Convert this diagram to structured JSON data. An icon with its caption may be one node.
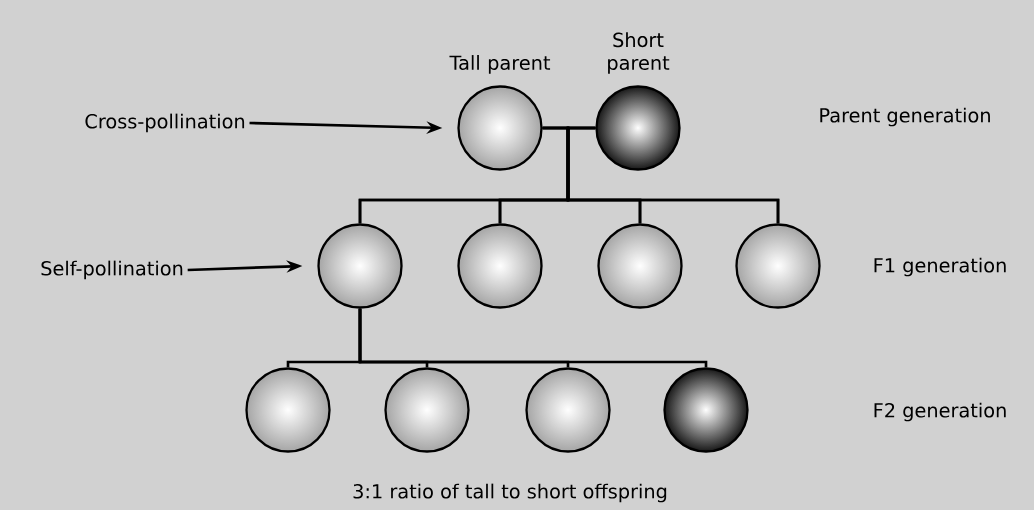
{
  "diagram": {
    "nodes": [
      {
        "text": [
          "Cross-pollination"
        ]
      },
      {
        "text": [
          "Tall parent"
        ]
      },
      {
        "text": [
          "Short parent"
        ]
      },
      {
        "text": [
          "Self-pollination"
        ]
      },
      {
        "text": [],
        "shape": "circle"
      },
      {
        "text": [],
        "shape": "circle"
      },
      {
        "text": [],
        "shape": "circle"
      },
      {
        "text": [],
        "shape": "circle"
      },
      {
        "text": [],
        "shape": "circle"
      },
      {
        "text": [],
        "shape": "circle"
      },
      {
        "text": [],
        "shape": "circle"
      },
      {
        "text": [],
        "shape": "circle"
      }
    ],
    "edges": [
      {
        "from": 0,
        "to": 1,
        "arrow": "to"
      },
      {
        "from": 1,
        "to": 4,
        "arrow": "none"
      },
      {
        "from": 1,
        "to": 5,
        "arrow": "none"
      },
      {
        "from": 1,
        "to": 6,
        "arrow": "none"
      },
      {
        "from": 1,
        "to": 7,
        "arrow": "none"
      },
      {
        "from": 2,
        "to": 4,
        "arrow": "none"
      },
      {
        "from": 2,
        "to": 5,
        "arrow": "none"
      },
      {
        "from": 2,
        "to": 6,
        "arrow": "none"
      },
      {
        "from": 2,
        "to": 7,
        "arrow": "none"
      },
      {
        "from": 3,
        "to": 4,
        "arrow": "to"
      },
      {
        "from": 4,
        "to": 8,
        "arrow": "none"
      },
      {
        "from": 4,
        "to": 9,
        "arrow": "none"
      },
      {
        "from": 4,
        "to": 10,
        "arrow": "none"
      },
      {
        "from": 4,
        "to": 11,
        "arrow": "none"
      }
    ],
    "labels": [
      "Parent generation",
      "F1 generation",
      "F2 generation",
      "3:1 ratio of tall to short offspring"
    ]
  }
}
